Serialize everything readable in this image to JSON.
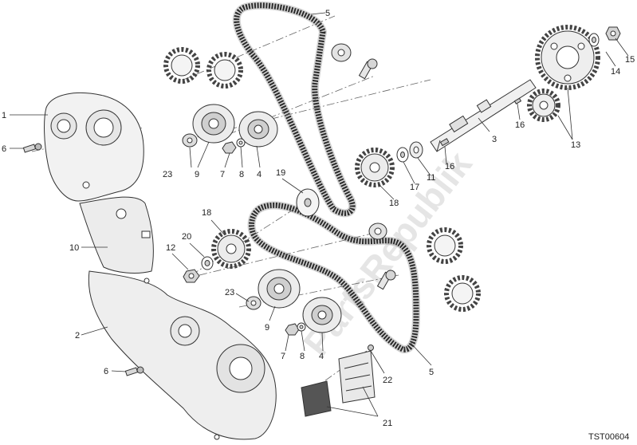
{
  "diagram": {
    "code": "TST00604",
    "watermark": "PartsRepublik",
    "labels": {
      "p1": "1",
      "p2": "2",
      "p3": "3",
      "p4a": "4",
      "p4b": "4",
      "p5a": "5",
      "p5b": "5",
      "p6a": "6",
      "p6b": "6",
      "p7a": "7",
      "p7b": "7",
      "p8a": "8",
      "p8b": "8",
      "p9a": "9",
      "p9b": "9",
      "p10": "10",
      "p11": "11",
      "p12": "12",
      "p13": "13",
      "p14": "14",
      "p15": "15",
      "p16a": "16",
      "p16b": "16",
      "p17": "17",
      "p18a": "18",
      "p18b": "18",
      "p19": "19",
      "p20": "20",
      "p21": "21",
      "p22": "22",
      "p23a": "23",
      "p23b": "23"
    }
  }
}
